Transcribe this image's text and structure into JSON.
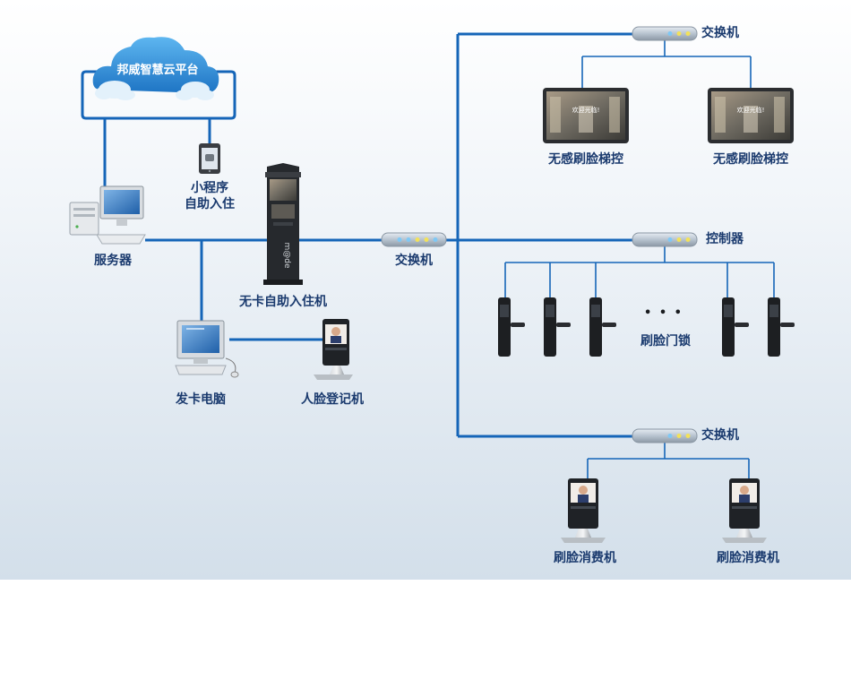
{
  "cloud": {
    "label": "邦威智慧云平台"
  },
  "nodes": {
    "server": "服务器",
    "miniprogram_line1": "小程序",
    "miniprogram_line2": "自助入住",
    "kiosk": "无卡自助入住机",
    "card_pc": "发卡电脑",
    "face_register": "人脸登记机",
    "switch_center": "交换机",
    "switch_top": "交换机",
    "controller": "控制器",
    "switch_bottom": "交换机",
    "elevator_1": "无感刷脸梯控",
    "elevator_2": "无感刷脸梯控",
    "door_lock": "刷脸门锁",
    "ellipsis": "• • •",
    "consume_1": "刷脸消费机",
    "consume_2": "刷脸消费机",
    "screen_text_1": "欢迎光临!",
    "screen_text_2": "欢迎光临!"
  },
  "colors": {
    "line": "#1565b8",
    "bg_top": "#ffffff",
    "bg_bottom": "#d4e1ec",
    "label": "#1a3a6e",
    "cloud": "#2f8fd8"
  }
}
